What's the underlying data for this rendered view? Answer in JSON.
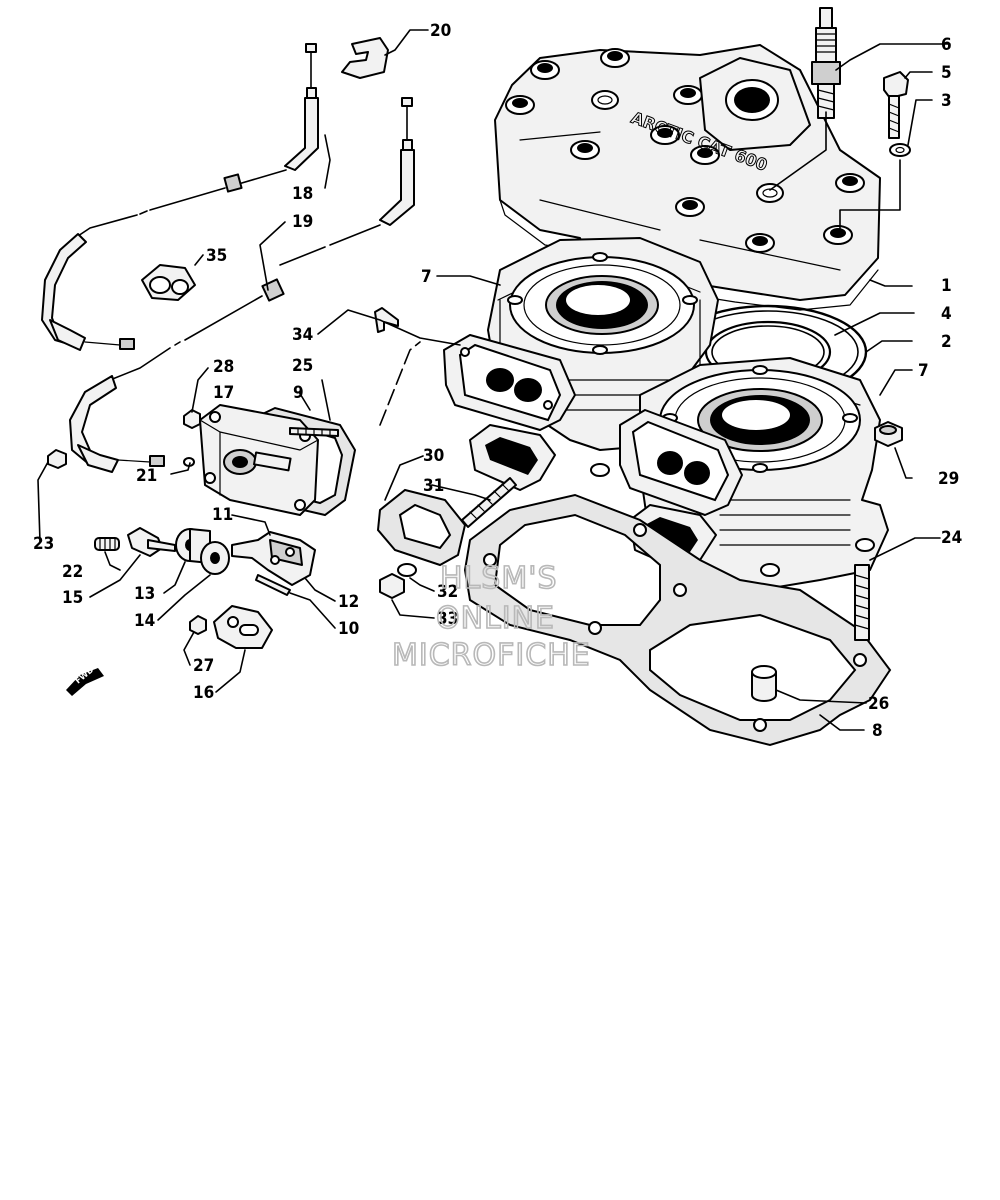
{
  "callouts": [
    "1",
    "2",
    "3",
    "4",
    "5",
    "6",
    "7",
    "7",
    "8",
    "9",
    "10",
    "11",
    "12",
    "13",
    "14",
    "15",
    "16",
    "17",
    "18",
    "19",
    "20",
    "21",
    "22",
    "23",
    "24",
    "25",
    "26",
    "27",
    "28",
    "29",
    "30",
    "31",
    "32",
    "33",
    "34",
    "35"
  ],
  "watermark": [
    "HLSM'S",
    "ONLINE",
    "MICROFICHE"
  ],
  "fwd_arrow": "FWD",
  "head_emblem": "ARCTIC CAT 600",
  "colors": {
    "line": "#000000",
    "fill_light": "#f2f2f2",
    "fill_dark": "#cfcfcf",
    "watermark": "#b8b8b8",
    "background": "#ffffff"
  }
}
